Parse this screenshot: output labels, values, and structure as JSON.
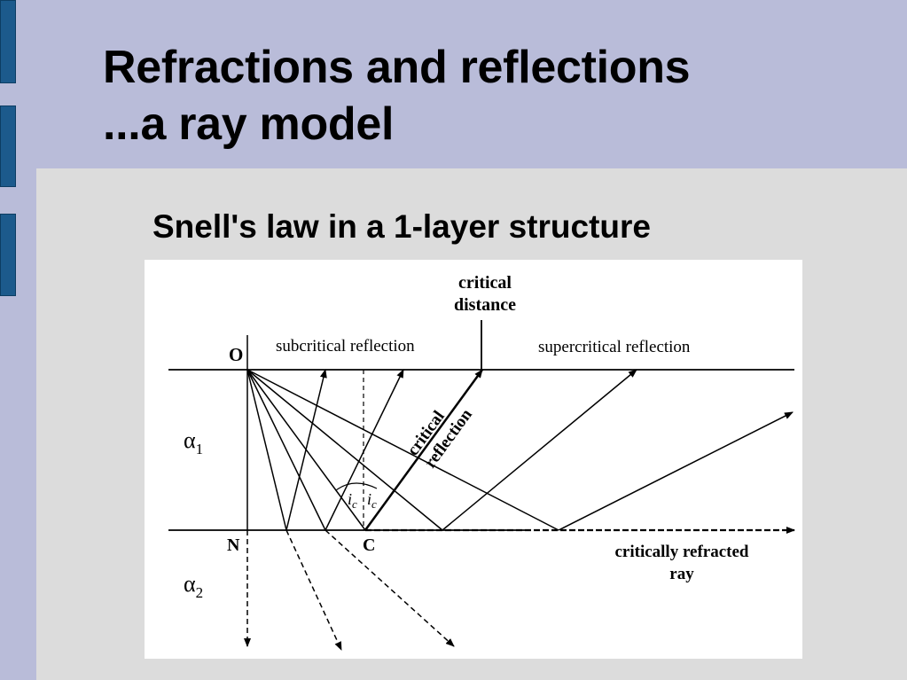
{
  "slide": {
    "title_line1": "Refractions and reflections",
    "title_line2": "...a ray model",
    "subtitle": "Snell's law in a 1-layer structure"
  },
  "figure": {
    "label_critical_distance_1": "critical",
    "label_critical_distance_2": "distance",
    "label_subcritical": "subcritical reflection",
    "label_supercritical": "supercritical reflection",
    "label_critical_reflection_1": "critical",
    "label_critical_reflection_2": "reflection",
    "label_critically_refracted_1": "critically refracted",
    "label_critically_refracted_2": "ray",
    "point_O": "O",
    "point_N": "N",
    "point_C": "C",
    "alpha_symbol": "α",
    "subscript_1": "1",
    "subscript_2": "2",
    "angle_i": "i",
    "angle_c": "c"
  },
  "colors": {
    "header_background": "#b9bcd9",
    "content_background": "#dcdcdc",
    "side_bar": "#1c5a8c"
  }
}
